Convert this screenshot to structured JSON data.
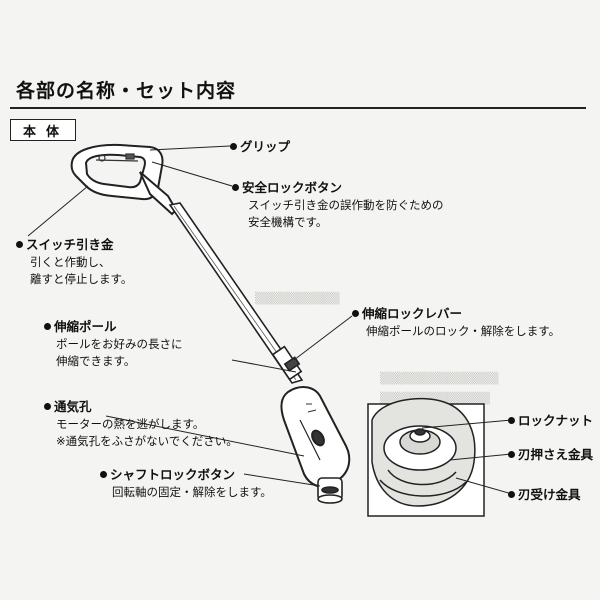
{
  "section_heading": "各部の名称・セット内容",
  "body_tab": "本体",
  "callouts": {
    "grip": {
      "title": "グリップ"
    },
    "safety_lock": {
      "title": "安全ロックボタン",
      "desc": [
        "スイッチ引き金の誤作動を防ぐための",
        "安全機構です。"
      ]
    },
    "trigger": {
      "title": "スイッチ引き金",
      "desc": [
        "引くと作動し、",
        "離すと停止します。"
      ]
    },
    "lock_lever": {
      "title": "伸縮ロックレバー",
      "desc": [
        "伸縮ポールのロック・解除をします。"
      ]
    },
    "pole": {
      "title": "伸縮ポール",
      "desc": [
        "ポールをお好みの長さに",
        "伸縮できます。"
      ]
    },
    "vent": {
      "title": "通気孔",
      "desc": [
        "モーターの熱を逃がします。",
        "※通気孔をふさがないでください。"
      ]
    },
    "shaft_lock": {
      "title": "シャフトロックボタン",
      "desc": [
        "回転軸の固定・解除をします。"
      ]
    },
    "lock_nut": {
      "title": "ロックナット"
    },
    "blade_holder": {
      "title": "刃押さえ金具"
    },
    "blade_receiver": {
      "title": "刃受け金具"
    }
  }
}
